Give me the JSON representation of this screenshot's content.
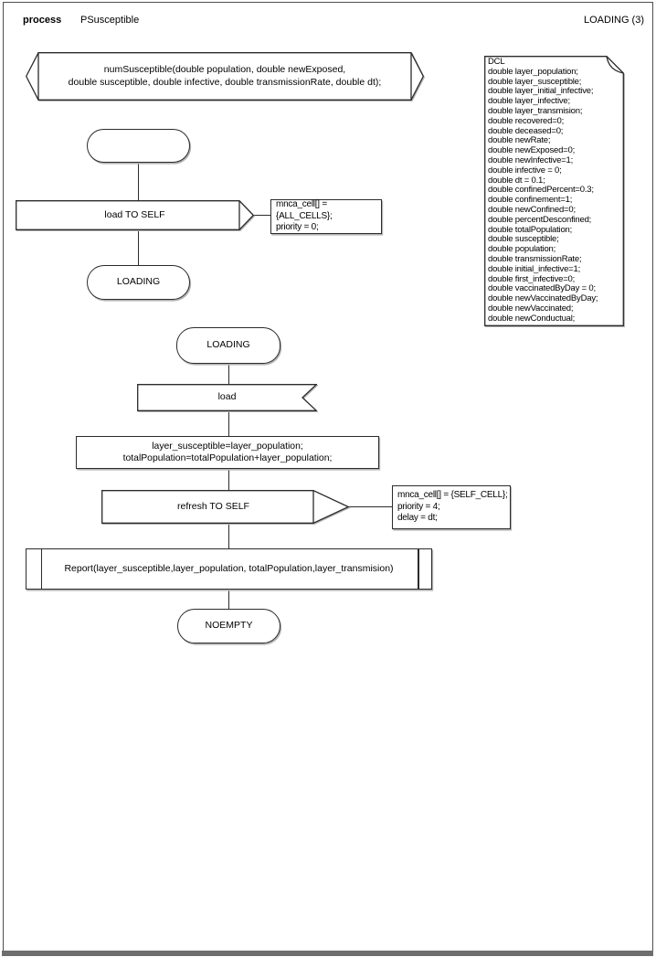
{
  "header": {
    "kind_label": "process",
    "process_name": "PSusceptible",
    "status_label": "LOADING (3)"
  },
  "colors": {
    "line": "#2b2b2b",
    "shadow": "#b3b3b3",
    "page_border": "#4f4f4f",
    "page_bottom_bar": "#6e6e6e"
  },
  "nodes": {
    "signature": {
      "text": "numSusceptible(double population, double newExposed,\ndouble susceptible, double infective, double transmissionRate, double dt);"
    },
    "start_state": {
      "text": ""
    },
    "load_to_self": {
      "text": "load TO SELF"
    },
    "note_all_cells": {
      "text": "mnca_cell[] = {ALL_CELLS};\npriority = 0;"
    },
    "loading_state_end": {
      "text": "LOADING"
    },
    "loading_state_start": {
      "text": "LOADING"
    },
    "load_receive": {
      "text": "load"
    },
    "assignment": {
      "text": "layer_susceptible=layer_population;\ntotalPopulation=totalPopulation+layer_population;"
    },
    "refresh_to_self": {
      "text": "refresh TO SELF"
    },
    "note_self_cell": {
      "text": "mnca_cell[] = {SELF_CELL};\npriority = 4;\ndelay = dt;"
    },
    "report_call": {
      "text": "Report(layer_susceptible,layer_population, totalPopulation,layer_transmision)"
    },
    "noempty_state": {
      "text": "NOEMPTY"
    },
    "dcl": {
      "text": "DCL\ndouble layer_population;\ndouble layer_susceptible;\ndouble layer_initial_infective;\ndouble layer_infective;\ndouble layer_transmision;\ndouble recovered=0;\ndouble deceased=0;\ndouble newRate;\ndouble newExposed=0;\ndouble newInfective=1;\ndouble infective = 0;\ndouble dt = 0.1;\ndouble confinedPercent=0.3;\ndouble confinement=1;\ndouble newConfined=0;\ndouble percentDesconfined;\ndouble totalPopulation;\ndouble susceptible;\ndouble population;\ndouble transmissionRate;\ndouble initial_infective=1;\ndouble first_infective=0;\ndouble vaccinatedByDay = 0;\ndouble newVaccinatedByDay;\ndouble newVaccinated;\ndouble newConductual;"
    }
  }
}
